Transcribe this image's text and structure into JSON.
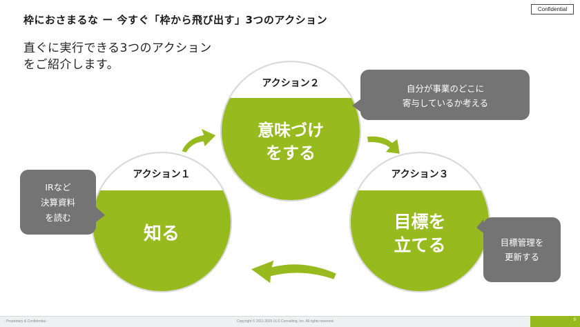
{
  "header": {
    "title": "枠におさまるな ー 今すぐ「枠から飛び出す」3つのアクション",
    "badge": "Confidential"
  },
  "intro": {
    "line1": "直ぐに実行できる3つのアクション",
    "line2": "をご紹介します。"
  },
  "actions": [
    {
      "heading": "アクション１",
      "line1": "知る",
      "line2": ""
    },
    {
      "heading": "アクション２",
      "line1": "意味づけ",
      "line2": "をする"
    },
    {
      "heading": "アクション３",
      "line1": "目標を",
      "line2": "立てる"
    }
  ],
  "notes": [
    {
      "line1": "IRなど",
      "line2": "決算資料",
      "line3": "を読む"
    },
    {
      "line1": "自分が事業のどこに",
      "line2": "寄与しているか考える"
    },
    {
      "line1": "目標管理を",
      "line2": "更新する"
    }
  ],
  "footer": {
    "left": "- Proprietary & Confidential -",
    "center": "Copyright © 2011-2025 ULS Consulting, Inc.  All rights reserved.",
    "page": "9"
  },
  "colors": {
    "accent": "#97bb1f",
    "callout": "#747474",
    "ring": "#d9d9d9"
  }
}
